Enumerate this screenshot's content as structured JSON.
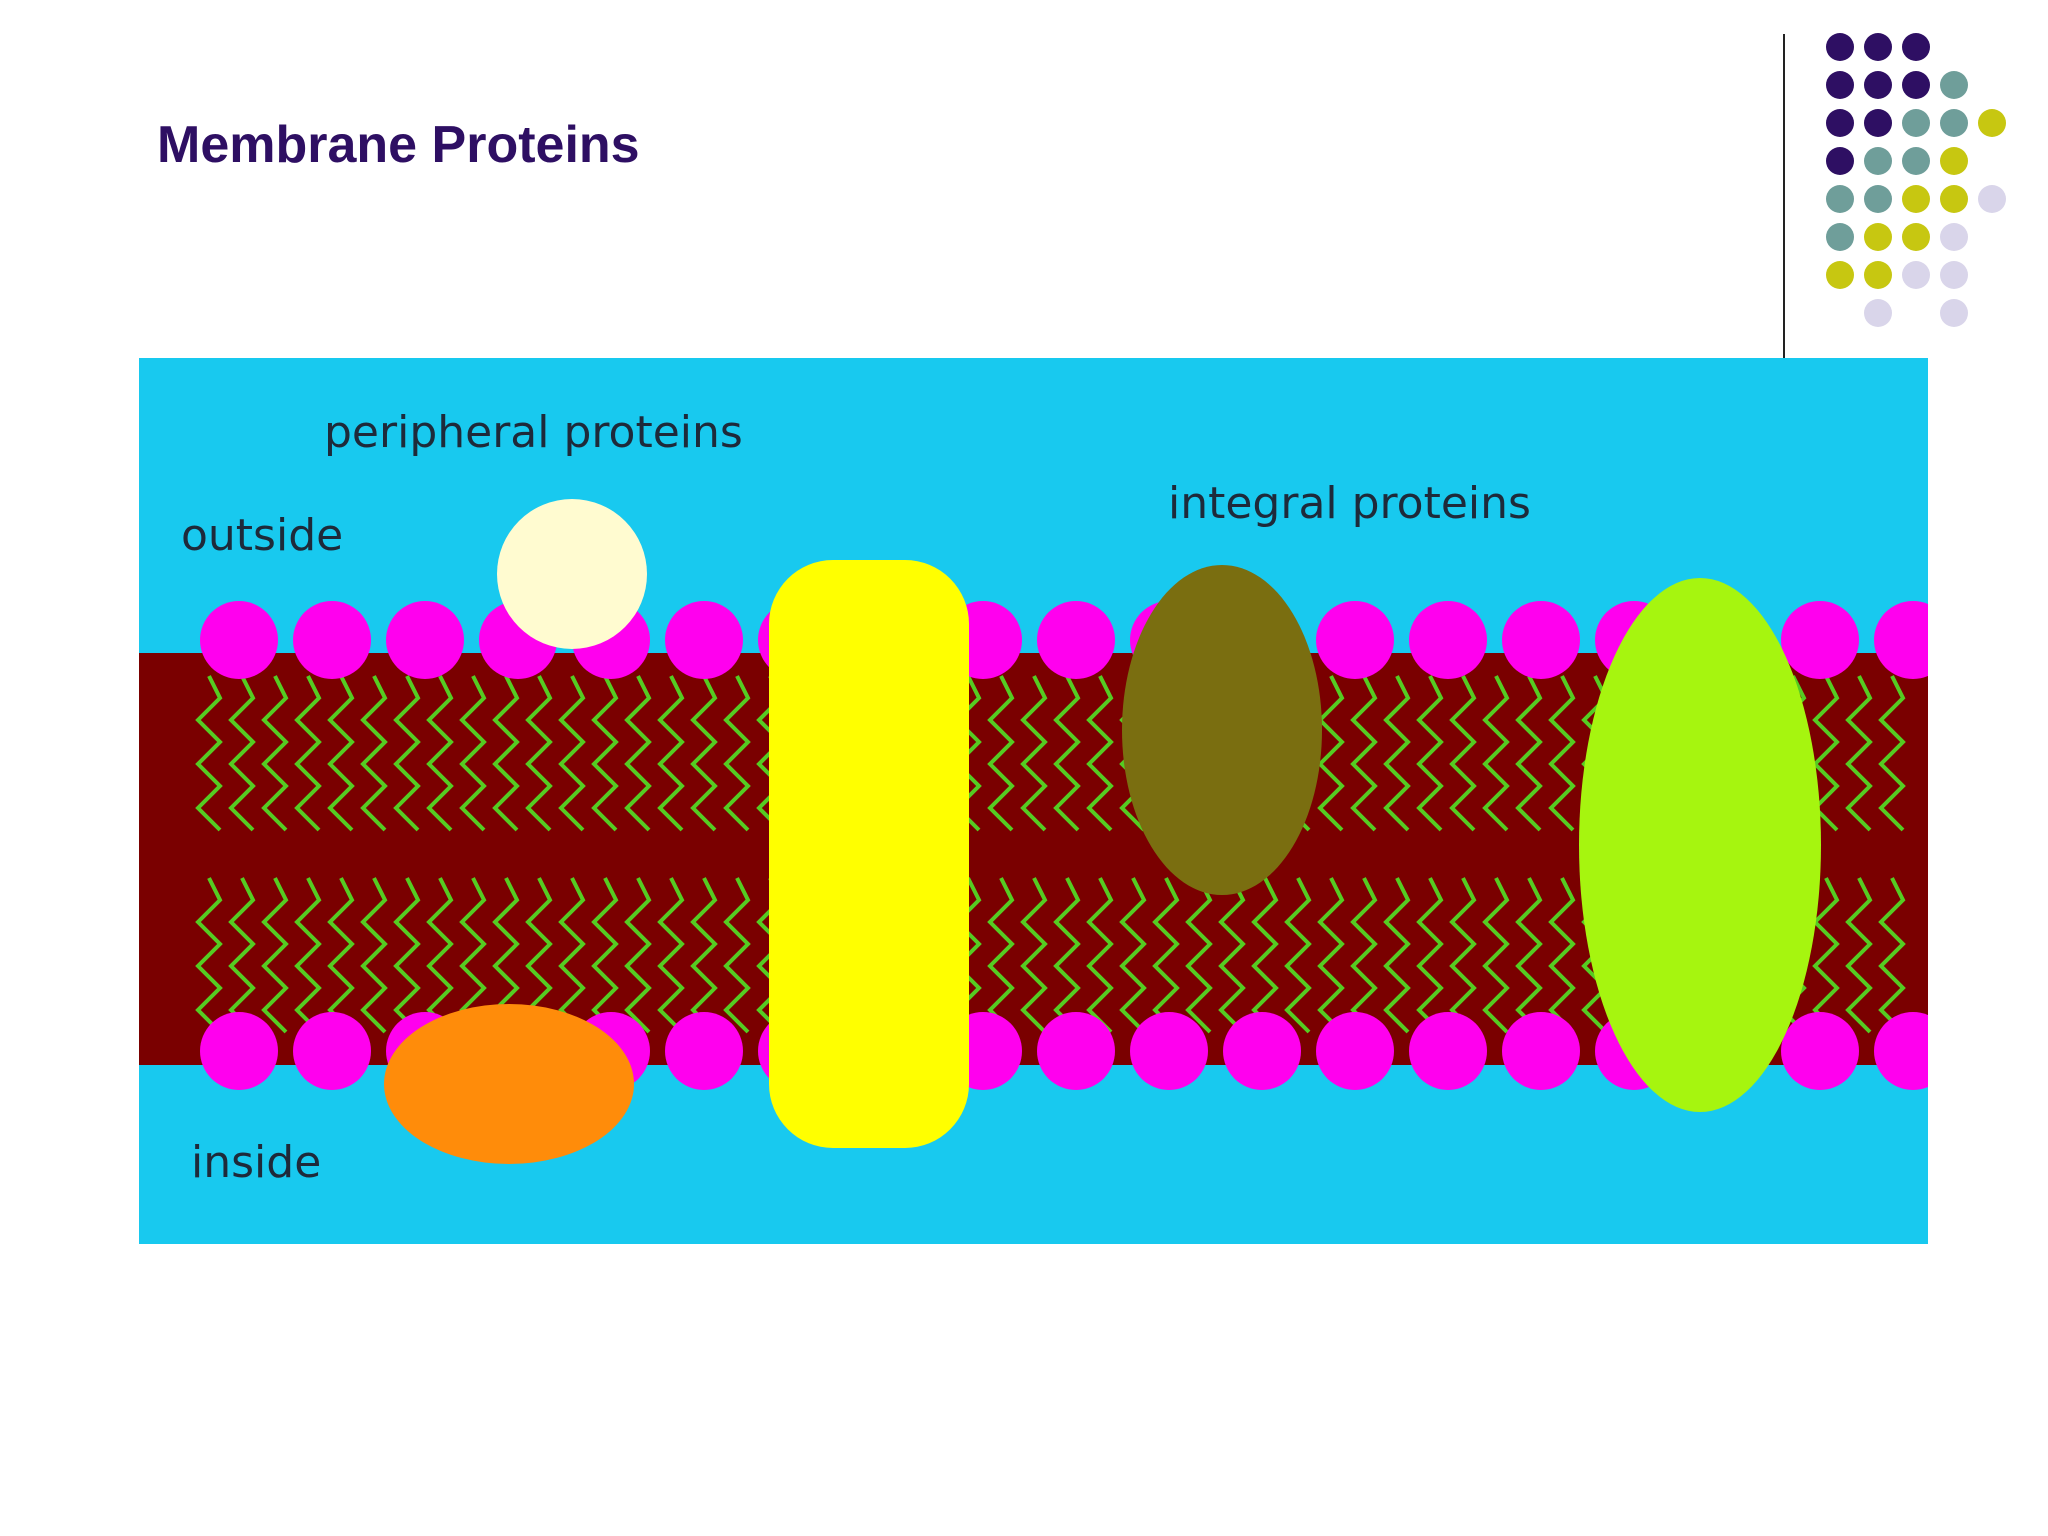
{
  "slide": {
    "title": "Membrane Proteins"
  },
  "colors": {
    "title": "#2e0f63",
    "background": "#ffffff",
    "water": "#18c9ef",
    "lipid_core": "#7a0000",
    "lipid_tail": "#55cc22",
    "phospholipid_head": "#ff00ee",
    "peripheral_outside": "#fffbd0",
    "peripheral_inside": "#ff8c0a",
    "integral_yellow": "#ffff00",
    "integral_olive": "#7a6e10",
    "integral_lime": "#a6f50f",
    "decor_purple": "#2e0f63",
    "decor_teal": "#6f9e9a",
    "decor_yellow": "#c7c711",
    "decor_lavender": "#d9d5ea"
  },
  "diagram": {
    "labels": {
      "peripheral": "peripheral proteins",
      "integral": "integral proteins",
      "outside": "outside",
      "inside": "inside"
    }
  },
  "decor_dots": [
    [
      "purple",
      "purple",
      "purple",
      null,
      null
    ],
    [
      "purple",
      "purple",
      "purple",
      "teal",
      null
    ],
    [
      "purple",
      "purple",
      "teal",
      "teal",
      "yellow"
    ],
    [
      "purple",
      "teal",
      "teal",
      "yellow",
      null
    ],
    [
      "teal",
      "teal",
      "yellow",
      "yellow",
      "lavender"
    ],
    [
      "teal",
      "yellow",
      "yellow",
      "lavender",
      null
    ],
    [
      "yellow",
      "yellow",
      "lavender",
      "lavender",
      null
    ],
    [
      null,
      "lavender",
      null,
      "lavender",
      null
    ]
  ]
}
